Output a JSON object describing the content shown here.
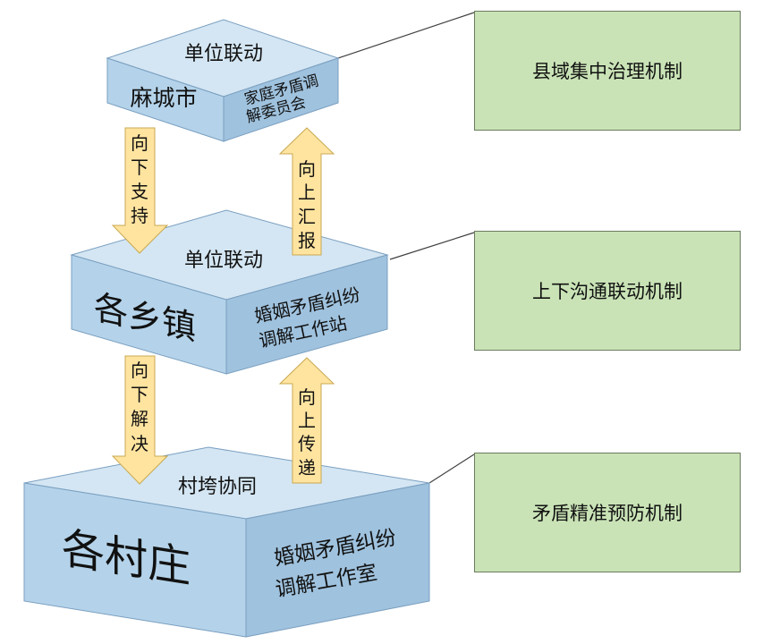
{
  "colors": {
    "cube_top": "#d4e6f3",
    "cube_left": "#b4d3ea",
    "cube_right": "#9fc2de",
    "cube_edge": "#7a9fc0",
    "arrow_fill": "#ffe4a0",
    "arrow_edge": "#c8a850",
    "mechanism_box": "#c9e3b6",
    "connector": "#404040"
  },
  "levels": {
    "city": {
      "top_label": "单位联动",
      "name": "麻城市",
      "org_line1": "家庭矛盾调",
      "org_line2": "解委员会"
    },
    "town": {
      "top_label": "单位联动",
      "name": "各乡镇",
      "org_line1": "婚姻矛盾纠纷",
      "org_line2": "调解工作站"
    },
    "village": {
      "top_label": "村垮协同",
      "name": "各村庄",
      "org_line1": "婚姻矛盾纠纷",
      "org_line2": "调解工作室"
    }
  },
  "arrows": {
    "down_1": [
      "向",
      "下",
      "支",
      "持"
    ],
    "up_1": [
      "向",
      "上",
      "汇",
      "报"
    ],
    "down_2": [
      "向",
      "下",
      "解",
      "决"
    ],
    "up_2": [
      "向",
      "上",
      "传",
      "递"
    ]
  },
  "mechanisms": [
    "县域集中治理机制",
    "上下沟通联动机制",
    "矛盾精准预防机制"
  ]
}
